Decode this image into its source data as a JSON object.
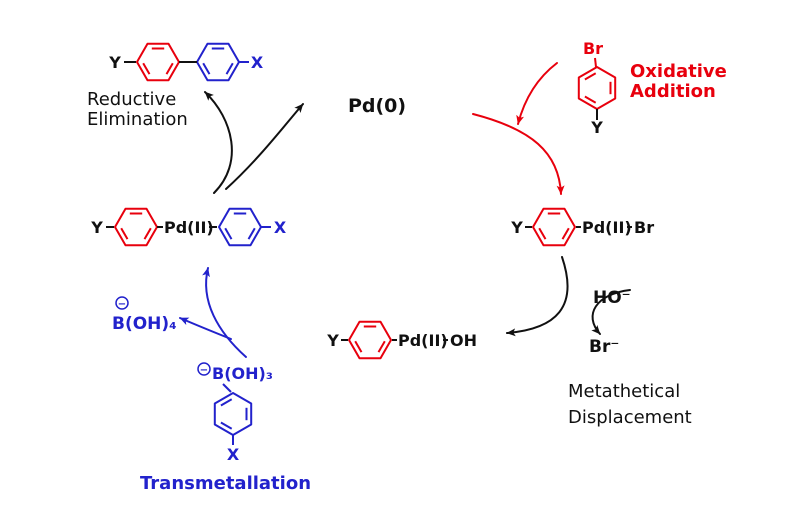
{
  "colors": {
    "red": "#e8000d",
    "blue": "#2222cc",
    "black": "#111111"
  },
  "icons": {
    "minus_charge": "−"
  },
  "labels": {
    "pd0": "Pd(0)",
    "oxidative_addition": {
      "line1": "Oxidative",
      "line2": "Addition"
    },
    "reductive_elimination": {
      "line1": "Reductive",
      "line2": "Elimination"
    },
    "metathetical_displacement": {
      "line1": "Metathetical",
      "line2": "Displacement"
    },
    "transmetallation": "Transmetallation",
    "hydroxide": "HO⁻",
    "bromide": "Br⁻",
    "borate": "B(OH)₄",
    "boronate": "B(OH)₃"
  },
  "species": {
    "aryl_bromide": {
      "halide": "Br",
      "para_group": "Y"
    },
    "biaryl_product": {
      "y": "Y",
      "x": "X"
    },
    "diaryl_pd": {
      "y": "Y",
      "pd": "Pd(II)",
      "x": "X"
    },
    "aryl_pd_bromide": {
      "y": "Y",
      "pd": "Pd(II)",
      "ligand": "Br"
    },
    "aryl_pd_hydroxide": {
      "y": "Y",
      "pd": "Pd(II)",
      "ligand": "OH"
    },
    "boronate_aryl": {
      "x": "X"
    }
  }
}
